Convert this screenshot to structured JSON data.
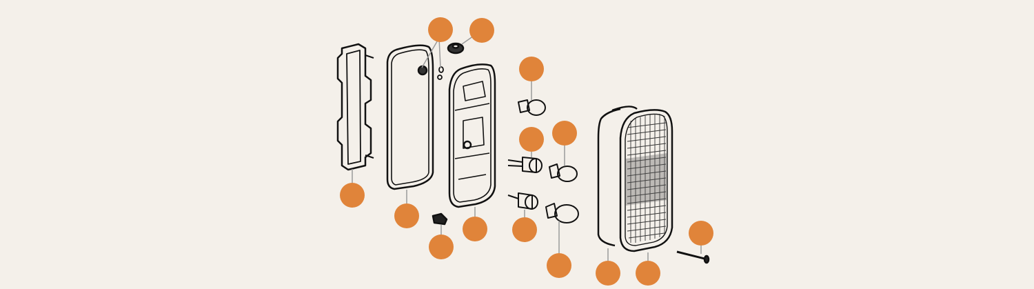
{
  "diagram": {
    "background_color": "#f4f0ea",
    "callout_color": "#e0843a",
    "leader_color": "#9a9a9a",
    "line_color": "#111111",
    "parts": [
      {
        "name": "mounting-frame"
      },
      {
        "name": "gasket"
      },
      {
        "name": "screw-and-nut"
      },
      {
        "name": "grommet"
      },
      {
        "name": "lamp-housing"
      },
      {
        "name": "clip-nut"
      },
      {
        "name": "bulb-upper"
      },
      {
        "name": "bulb-holder-upper"
      },
      {
        "name": "bulb-middle"
      },
      {
        "name": "bulb-holder-lower"
      },
      {
        "name": "bulb-lower"
      },
      {
        "name": "lens-seal"
      },
      {
        "name": "lens"
      },
      {
        "name": "lens-screw"
      }
    ]
  }
}
